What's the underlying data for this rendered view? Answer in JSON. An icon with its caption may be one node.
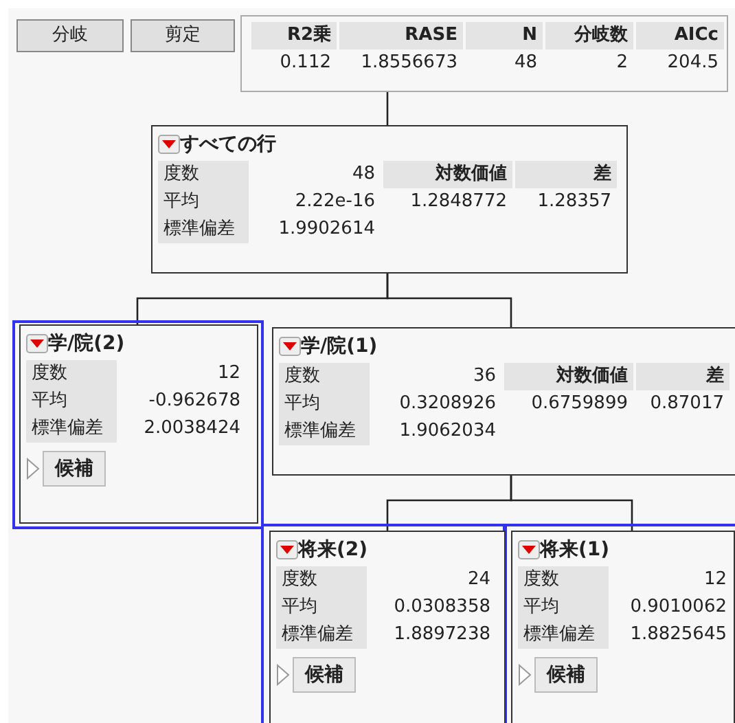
{
  "diagram": {
    "nodes": [
      {
        "text": [
          "R2乗",
          "RASE",
          "N",
          "分岐数",
          "AICc",
          "0.112",
          "1.8556673",
          "48",
          "2",
          "204.5"
        ]
      },
      {
        "text": [
          "すべての行",
          "度数",
          "48",
          "対数価値",
          "差",
          "平均",
          "2.22e-16",
          "1.2848772",
          "1.28357",
          "標準偏差",
          "1.9902614"
        ]
      },
      {
        "text": [
          "学/院(2)",
          "度数",
          "12",
          "平均",
          "-0.962678",
          "標準偏差",
          "2.0038424",
          "候補"
        ]
      },
      {
        "text": [
          "学/院(1)",
          "度数",
          "36",
          "対数価値",
          "差",
          "平均",
          "0.3208926",
          "0.6759899",
          "0.87017",
          "標準偏差",
          "1.9062034"
        ]
      },
      {
        "text": [
          "将来(2)",
          "度数",
          "24",
          "平均",
          "0.0308358",
          "標準偏差",
          "1.8897238",
          "候補"
        ]
      },
      {
        "text": [
          "将来(1)",
          "度数",
          "12",
          "平均",
          "0.9010062",
          "標準偏差",
          "1.8825645",
          "候補"
        ]
      }
    ],
    "edges": [
      {
        "from": 0,
        "to": 1,
        "arrow": "none"
      },
      {
        "from": 1,
        "to": 2,
        "arrow": "none"
      },
      {
        "from": 1,
        "to": 3,
        "arrow": "none"
      },
      {
        "from": 3,
        "to": 4,
        "arrow": "none"
      },
      {
        "from": 3,
        "to": 5,
        "arrow": "none"
      }
    ],
    "labels": [
      "分岐",
      "剪定"
    ]
  }
}
